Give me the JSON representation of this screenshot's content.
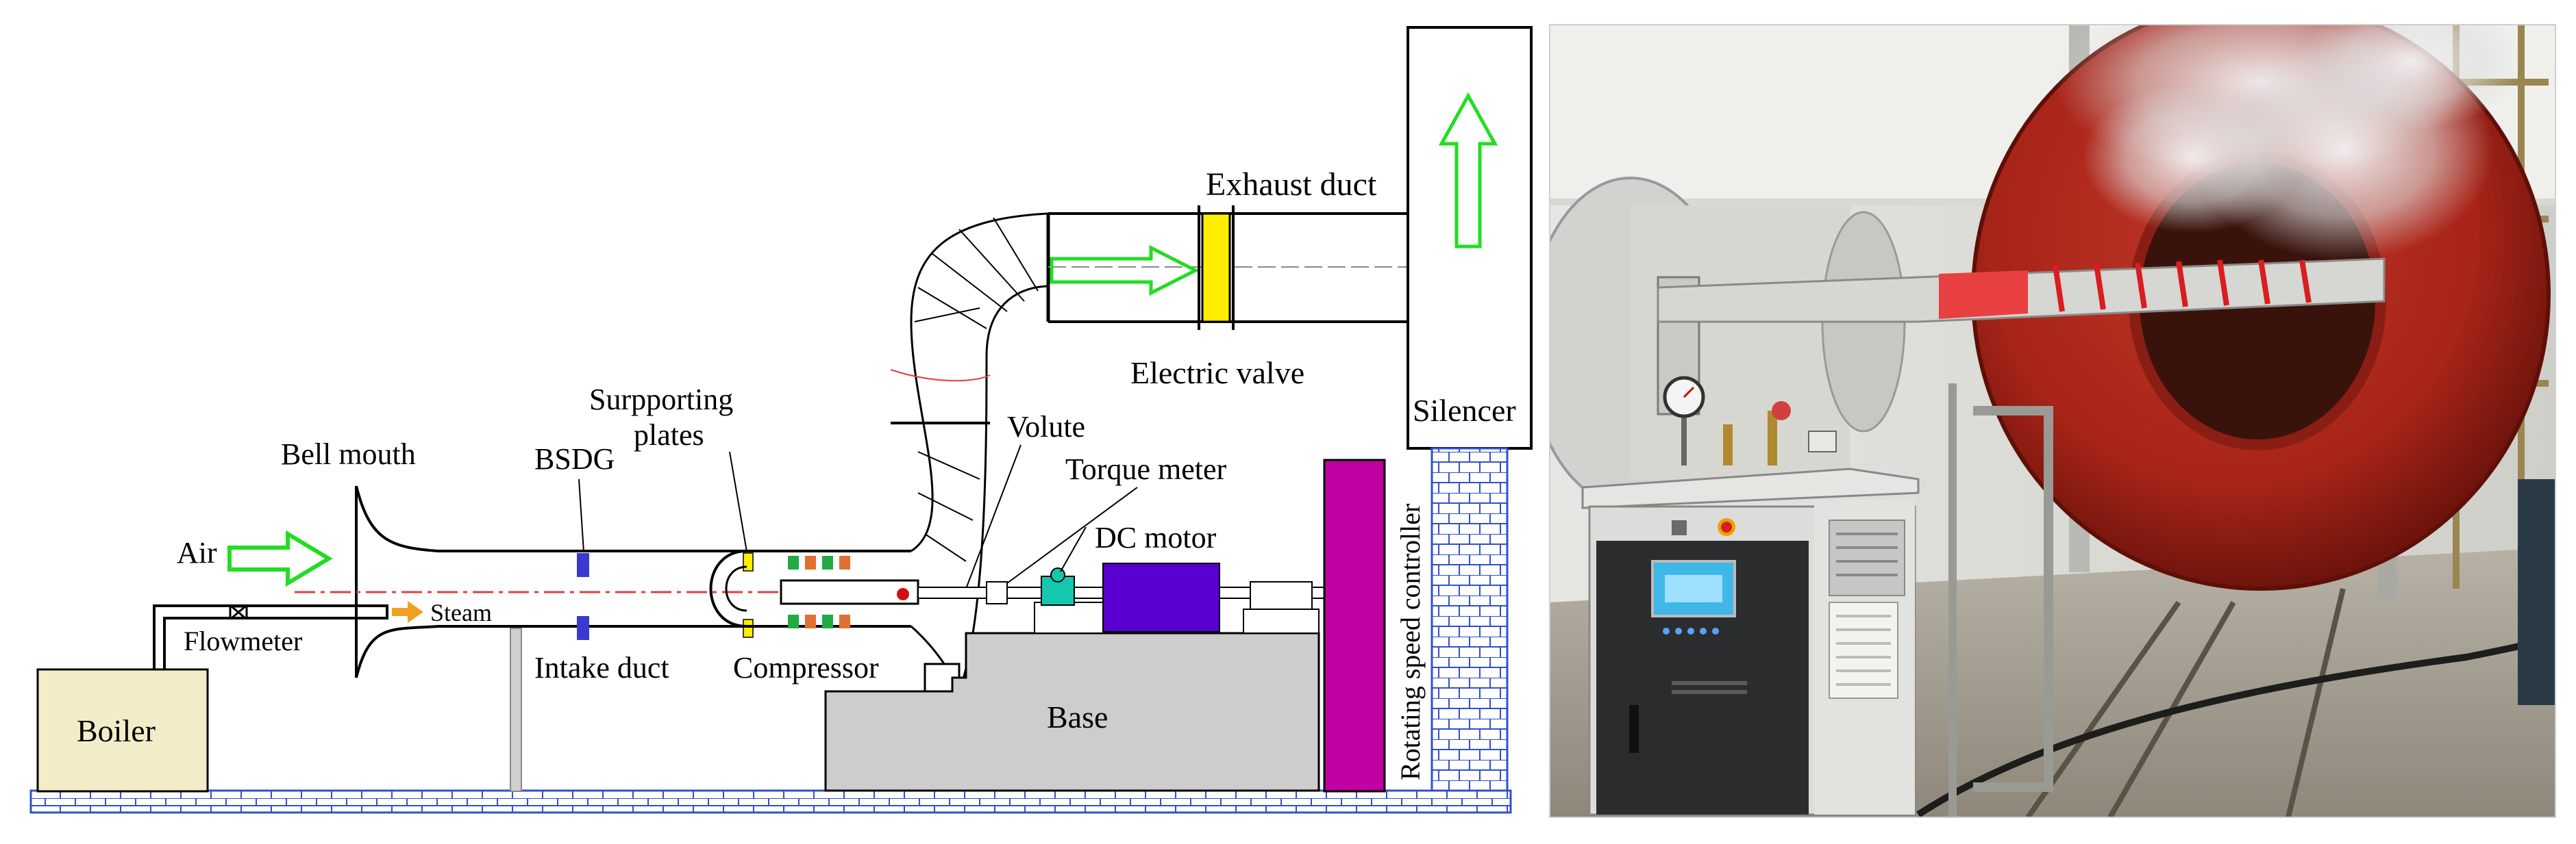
{
  "schematic": {
    "labels": {
      "exhaust_duct": "Exhaust duct",
      "electric_valve": "Electric valve",
      "silencer": "Silencer",
      "supporting_plates_line1": "Surpporting",
      "supporting_plates_line2": "plates",
      "volute": "Volute",
      "torque_meter": "Torque meter",
      "dc_motor": "DC motor",
      "bell_mouth": "Bell mouth",
      "bsdg": "BSDG",
      "air": "Air",
      "steam": "Steam",
      "flowmeter": "Flowmeter",
      "intake_duct": "Intake duct",
      "compressor": "Compressor",
      "boiler": "Boiler",
      "base": "Base",
      "rotating_speed_controller": "Rotating speed controller"
    },
    "colors": {
      "air_arrow": "#22dd22",
      "steam_arrow": "#f0a020",
      "valve": "#ffee00",
      "controller": "#c000a0",
      "motor": "#5a00d0",
      "torque_meter": "#14c8b0",
      "boiler": "#f3ecc8",
      "base": "#cdcdcd",
      "brick": "#3050d0",
      "bsdg": "#3a3ad0"
    }
  },
  "photo": {
    "description_icons": [
      "steam-plume",
      "red-inlet-ring",
      "steam-boiler-cabinet",
      "pressure-gauge"
    ]
  }
}
